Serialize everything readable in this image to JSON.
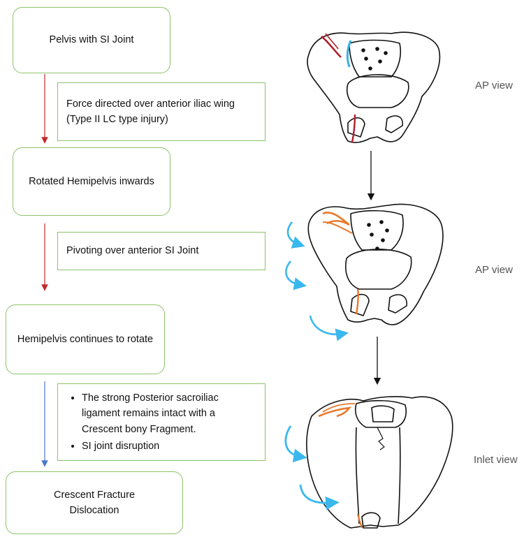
{
  "flow": {
    "main_steps": [
      {
        "text": "Pelvis with SI Joint"
      },
      {
        "text": "Rotated Hemipelvis inwards"
      },
      {
        "text": "Hemipelvis continues to rotate"
      },
      {
        "text": "Crescent Fracture Dislocation"
      }
    ],
    "sub_steps": [
      {
        "text": "Force directed over anterior iliac wing (Type II LC type injury)"
      },
      {
        "text": "Pivoting over anterior SI Joint"
      },
      {
        "bullets": [
          "The strong Posterior sacroiliac ligament remains intact with a Crescent bony Fragment.",
          "SI joint disruption"
        ]
      }
    ],
    "arrow_colors": {
      "red": "#c0282a",
      "blue": "#4a78c8"
    }
  },
  "views": [
    {
      "label": "AP view"
    },
    {
      "label": "AP view"
    },
    {
      "label": "Inlet view"
    }
  ],
  "colors": {
    "box_border": "#8cc36a",
    "fracture_red": "#b0202a",
    "fracture_orange": "#e8782a",
    "si_joint_blue": "#3ab0e0",
    "rotation_arrow": "#3ab8ee"
  }
}
